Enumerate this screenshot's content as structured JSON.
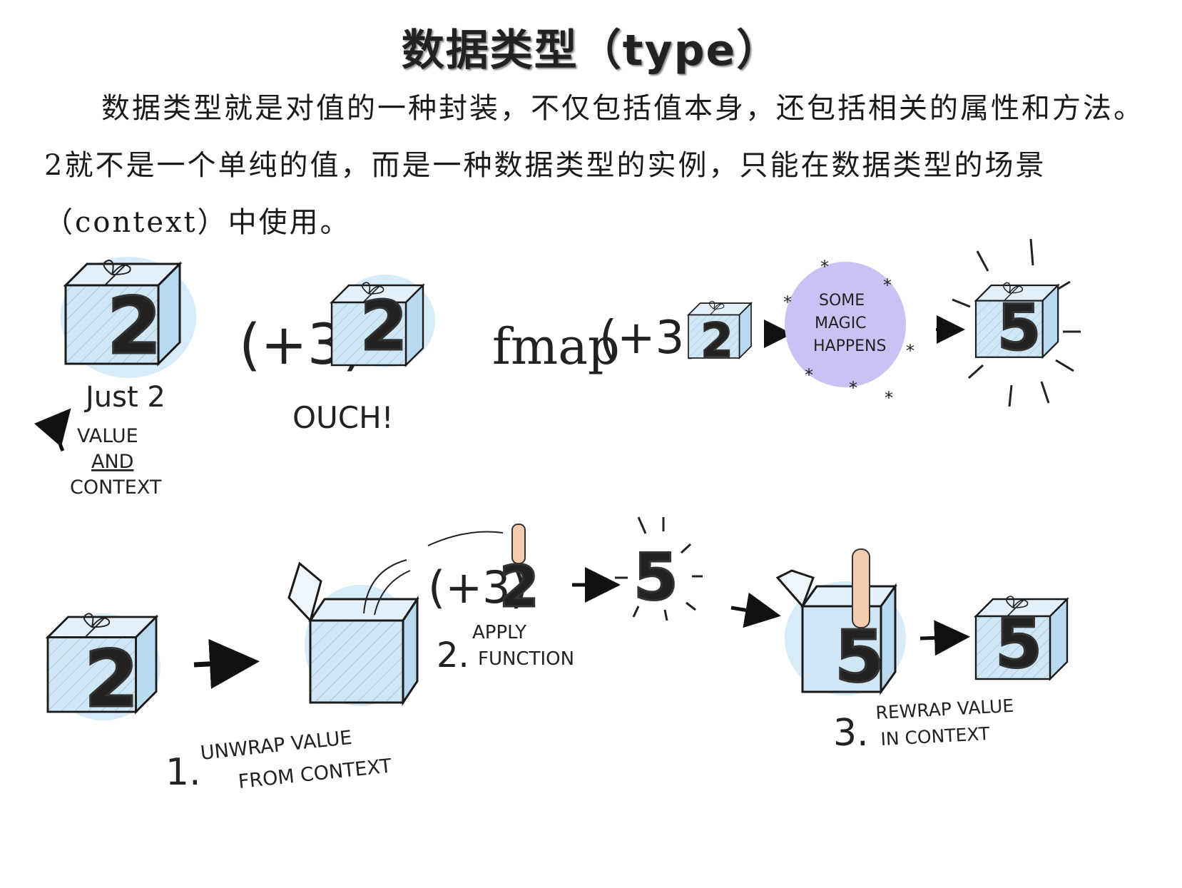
{
  "title": "数据类型（type）",
  "paragraph": "数据类型就是对值的一种封装，不仅包括值本身，还包括相关的属性和方法。2就不是一个单纯的值，而是一种数据类型的实例，只能在数据类型的场景（context）中使用。",
  "top_row": {
    "box1": {
      "value": "2",
      "label": "Just 2",
      "note_line1": "VALUE",
      "note_line2": "AND",
      "note_line3": "CONTEXT"
    },
    "box2": {
      "function": "(+3)",
      "value": "2",
      "label": "OUCH!"
    },
    "fmap": {
      "keyword": "fmap",
      "function": "(+3)",
      "value": "2",
      "magic_line1": "SOME",
      "magic_line2": "MAGIC",
      "magic_line3": "HAPPENS",
      "result": "5"
    }
  },
  "bottom_row": {
    "start_value": "2",
    "step1_number": "1.",
    "step1_line1": "UNWRAP VALUE",
    "step1_line2": "FROM CONTEXT",
    "function": "(+3)",
    "hand_value": "2",
    "step2_number": "2.",
    "step2_line1": "APPLY",
    "step2_line2": "FUNCTION",
    "glow_value": "5",
    "box_in_value": "5",
    "step3_number": "3.",
    "step3_line1": "REWRAP VALUE",
    "step3_line2": "IN CONTEXT",
    "final_value": "5"
  },
  "colors": {
    "box_blue": "#cfe6f5",
    "box_stroke": "#1a1a1a",
    "number_green": "#c6e36b",
    "glow_yellow": "#f4e36a",
    "magic_purple": "#c9c3f3",
    "skin": "#f4cdb0"
  }
}
